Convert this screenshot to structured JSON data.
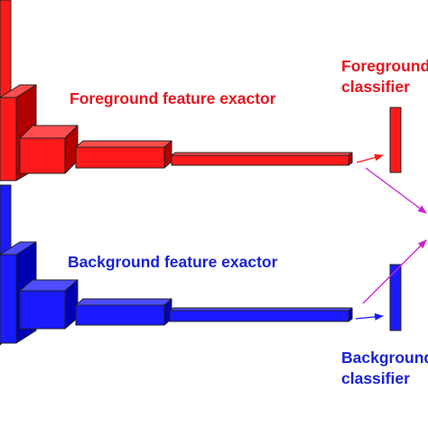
{
  "foreground": {
    "branch_label": "Foreground feature exactor",
    "classifier_label_line1": "Foreground",
    "classifier_label_line2": "classifier",
    "color": "#ff1a1a",
    "text_color": "#e8141e"
  },
  "background": {
    "branch_label": "Background feature exactor",
    "classifier_label_line1": "Background",
    "classifier_label_line2": "classifier",
    "color": "#1a1aff",
    "text_color": "#1a22d6"
  },
  "fusion_arrow_color": "#cc22cc"
}
